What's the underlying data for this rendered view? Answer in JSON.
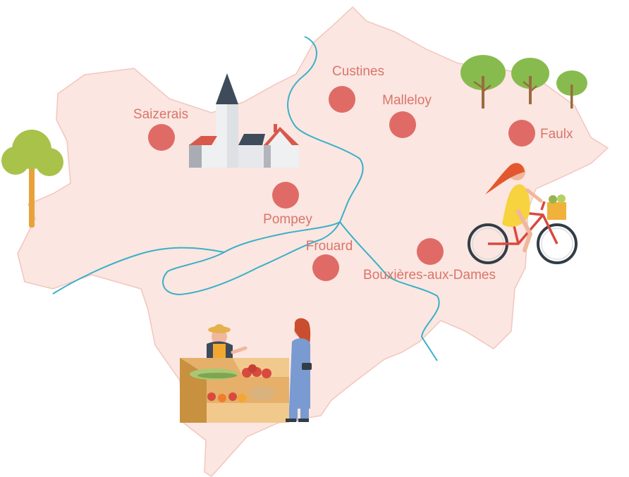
{
  "map": {
    "colors": {
      "land": "#fbe6e1",
      "border": "#f2c6bd",
      "river": "#3ab0c8",
      "marker": "#e06b66",
      "label": "#d9756a",
      "tree_leaf": "#a8c24a",
      "tree_trunk": "#e9a23b"
    },
    "towns": [
      {
        "name": "Custines"
      },
      {
        "name": "Malleloy"
      },
      {
        "name": "Saizerais"
      },
      {
        "name": "Faulx"
      },
      {
        "name": "Pompey"
      },
      {
        "name": "Frouard"
      },
      {
        "name": "Bouxières-aux-Dames"
      }
    ],
    "illustrations": {
      "village": "village-icon",
      "cyclist": "cyclist-icon",
      "market": "market-stall-icon",
      "trees": "tree-icon"
    }
  }
}
